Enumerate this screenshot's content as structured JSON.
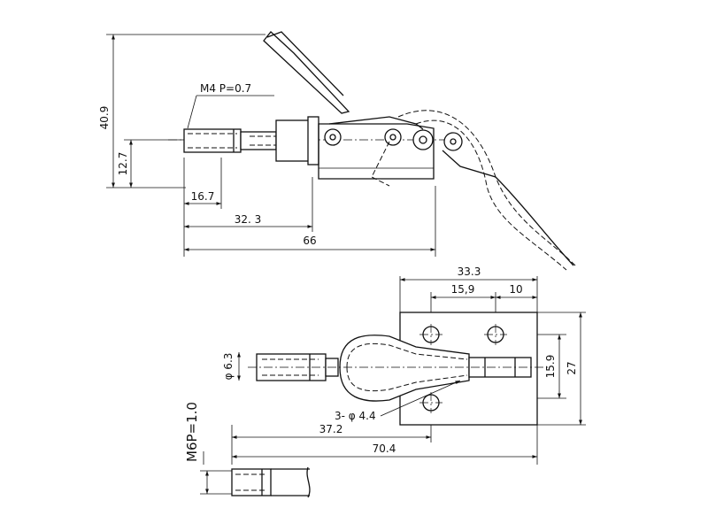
{
  "top_view": {
    "thread_label": "M4 P=0.7",
    "dim_height_total": "40.9",
    "dim_height_axis": "12.7",
    "dim_len_short": "16.7",
    "dim_len_mid": "32. 3",
    "dim_len_total": "66"
  },
  "plan_view": {
    "dim_base_width": "33.3",
    "dim_hole_span": "15,9",
    "dim_hole_edge": "10",
    "dim_hole_vert": "15.9",
    "dim_base_height": "27",
    "dim_plunger_dia": "φ 6.3",
    "hole_callout": "3- φ 4.4",
    "dim_to_hole": "37.2",
    "dim_total_len": "70.4"
  },
  "detail_view": {
    "thread_label": "M6P=1.0"
  }
}
